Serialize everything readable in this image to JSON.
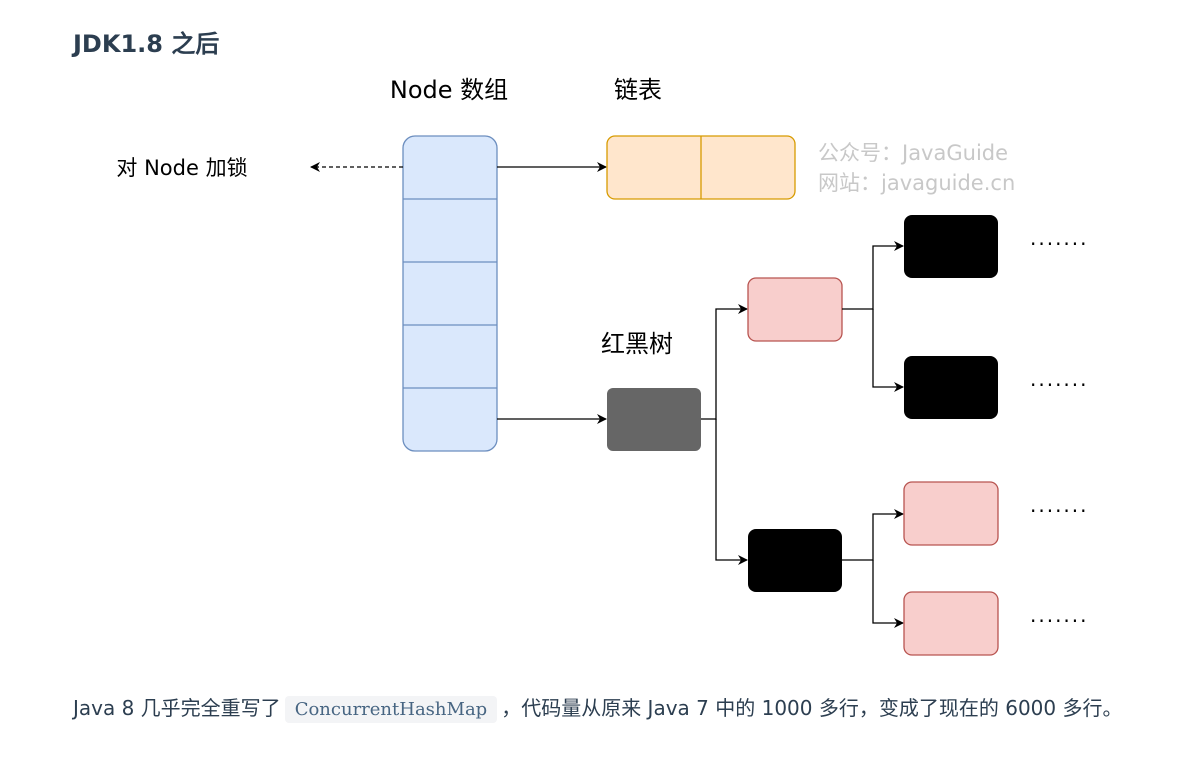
{
  "heading": "JDK1.8 之后",
  "diagram": {
    "node_array_label": "Node 数组",
    "linked_list_label": "链表",
    "red_black_tree_label": "红黑树",
    "lock_label": "对 Node 加锁",
    "watermark_line1": "公众号：JavaGuide",
    "watermark_line2": "网站：javaguide.cn",
    "ellipsis": "·······",
    "colors": {
      "array_fill": "#dae8fc",
      "array_stroke": "#6c8ebf",
      "list_fill": "#ffe6cc",
      "list_stroke": "#d79b00",
      "red_fill": "#f8cecc",
      "red_stroke": "#b85450",
      "gray_fill": "#666666",
      "black_fill": "#000000"
    }
  },
  "paragraph": {
    "before": "Java 8 几乎完全重写了",
    "code": "ConcurrentHashMap",
    "after": "，代码量从原来 Java 7 中的 1000 多行，变成了现在的 6000 多行。"
  }
}
